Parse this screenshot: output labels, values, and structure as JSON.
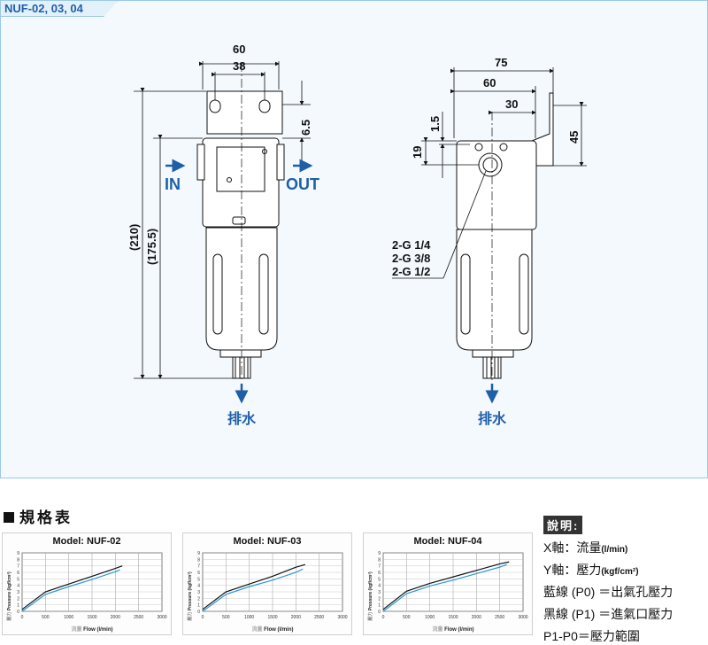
{
  "model_tab": "NUF-02, 03, 04",
  "front_view": {
    "dims": {
      "width_outer": "60",
      "width_inner": "38",
      "gap": "6.5",
      "total_height": "(210)",
      "body_height": "(175.5)"
    },
    "inlet_label": "IN",
    "outlet_label": "OUT",
    "drain_label": "排水"
  },
  "side_view": {
    "dims": {
      "w75": "75",
      "w60": "60",
      "w30": "30",
      "h1_5": "1.5",
      "h19": "19",
      "h45": "45"
    },
    "thread_sizes": [
      "2-G 1/4",
      "2-G 3/8",
      "2-G 1/2"
    ],
    "drain_label": "排水"
  },
  "spec": {
    "heading": "規格表"
  },
  "chart_data": [
    {
      "type": "line",
      "title": "Model: NUF-02",
      "xlabel": "Flow (l/min)",
      "xlabel_prefix": "流量",
      "ylabel": "Pressure (kgf/cm²)",
      "ylabel_prefix": "壓力",
      "x_ticks": [
        0,
        500,
        1000,
        1500,
        2000,
        2500,
        3000
      ],
      "y_ticks": [
        0,
        1,
        2,
        3,
        4,
        5,
        6,
        7,
        8,
        9
      ],
      "xlim": [
        0,
        3000
      ],
      "ylim": [
        0,
        9
      ],
      "grid": true,
      "series": [
        {
          "name": "P1",
          "color": "#111111",
          "x": [
            0,
            500,
            1000,
            1500,
            2000,
            2150
          ],
          "y": [
            0.3,
            3.0,
            4.2,
            5.4,
            6.6,
            7.0
          ]
        },
        {
          "name": "P0",
          "color": "#2a9ad6",
          "x": [
            0,
            500,
            1000,
            1500,
            2000,
            2100
          ],
          "y": [
            0,
            2.6,
            3.8,
            4.9,
            6.1,
            6.4
          ]
        }
      ]
    },
    {
      "type": "line",
      "title": "Model: NUF-03",
      "xlabel": "Flow (l/min)",
      "xlabel_prefix": "流量",
      "ylabel": "Pressure (kgf/cm²)",
      "ylabel_prefix": "壓力",
      "x_ticks": [
        0,
        500,
        1000,
        1500,
        2000,
        2500,
        3000
      ],
      "y_ticks": [
        0,
        1,
        2,
        3,
        4,
        5,
        6,
        7,
        8,
        9
      ],
      "xlim": [
        0,
        3000
      ],
      "ylim": [
        0,
        9
      ],
      "grid": true,
      "series": [
        {
          "name": "P1",
          "color": "#111111",
          "x": [
            0,
            500,
            1000,
            1500,
            2000,
            2200
          ],
          "y": [
            0.3,
            3.0,
            4.2,
            5.4,
            6.8,
            7.2
          ]
        },
        {
          "name": "P0",
          "color": "#2a9ad6",
          "x": [
            0,
            500,
            1000,
            1500,
            2000,
            2150
          ],
          "y": [
            0,
            2.6,
            3.8,
            4.8,
            6.0,
            6.5
          ]
        }
      ]
    },
    {
      "type": "line",
      "title": "Model: NUF-04",
      "xlabel": "Flow (l/min)",
      "xlabel_prefix": "流量",
      "ylabel": "Pressure (kgf/cm²)",
      "ylabel_prefix": "壓力",
      "x_ticks": [
        0,
        500,
        1000,
        1500,
        2000,
        2500,
        3000
      ],
      "y_ticks": [
        0,
        1,
        2,
        3,
        4,
        5,
        6,
        7,
        8,
        9
      ],
      "xlim": [
        0,
        3000
      ],
      "ylim": [
        0,
        9
      ],
      "grid": true,
      "series": [
        {
          "name": "P1",
          "color": "#111111",
          "x": [
            0,
            500,
            1000,
            1500,
            2000,
            2500,
            2700
          ],
          "y": [
            0.3,
            3.1,
            4.3,
            5.3,
            6.3,
            7.3,
            7.6
          ]
        },
        {
          "name": "P0",
          "color": "#2a9ad6",
          "x": [
            0,
            500,
            1000,
            1500,
            2000,
            2500,
            2650
          ],
          "y": [
            0,
            2.7,
            3.9,
            4.8,
            5.8,
            6.8,
            7.2
          ]
        }
      ]
    }
  ],
  "legend": {
    "title": "說明:",
    "lines": [
      {
        "text": "X軸：流量",
        "unit": "(l/min)"
      },
      {
        "text": "Y軸：壓力",
        "unit": "(kgf/cm²)"
      },
      {
        "text": "藍線 (P0) ＝出氣孔壓力",
        "unit": ""
      },
      {
        "text": "黑線 (P1) ＝進氣口壓力",
        "unit": ""
      },
      {
        "text": "P1-P0＝壓力範圍",
        "unit": ""
      }
    ]
  }
}
